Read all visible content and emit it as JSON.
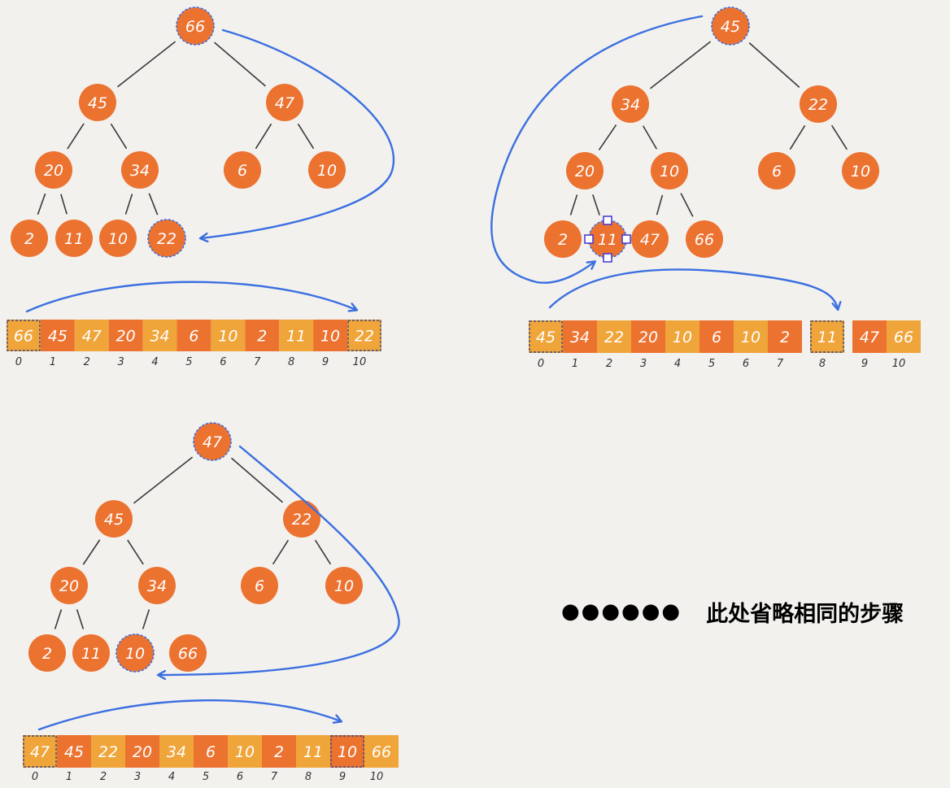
{
  "colors": {
    "node": "#ec7230",
    "cell_dark": "#ec7230",
    "cell_light": "#f0a53a",
    "edge": "#3a3a3a",
    "arrow": "#3b6fe0",
    "index": "#333333"
  },
  "panels": [
    {
      "id": "panel-1",
      "nodes": [
        "66",
        "45",
        "47",
        "20",
        "34",
        "6",
        "10",
        "2",
        "11",
        "10",
        "22"
      ],
      "highlighted_nodes": [
        0,
        10
      ],
      "resize_handles_node": null,
      "array_cells": [
        {
          "value": "66",
          "shade": "light",
          "dashed": true
        },
        {
          "value": "45",
          "shade": "dark"
        },
        {
          "value": "47",
          "shade": "light"
        },
        {
          "value": "20",
          "shade": "dark"
        },
        {
          "value": "34",
          "shade": "light"
        },
        {
          "value": "6",
          "shade": "dark"
        },
        {
          "value": "10",
          "shade": "light"
        },
        {
          "value": "2",
          "shade": "dark"
        },
        {
          "value": "11",
          "shade": "light"
        },
        {
          "value": "10",
          "shade": "dark"
        },
        {
          "value": "22",
          "shade": "light",
          "dashed": true
        }
      ],
      "indices": [
        "0",
        "1",
        "2",
        "3",
        "4",
        "5",
        "6",
        "7",
        "8",
        "9",
        "10"
      ]
    },
    {
      "id": "panel-2",
      "nodes": [
        "45",
        "34",
        "22",
        "20",
        "10",
        "6",
        "10",
        "2",
        "11",
        "47",
        "66"
      ],
      "highlighted_nodes": [
        0,
        8
      ],
      "resize_handles_node": 8,
      "array_cells": [
        {
          "value": "45",
          "shade": "light",
          "dashed": true
        },
        {
          "value": "34",
          "shade": "dark"
        },
        {
          "value": "22",
          "shade": "light"
        },
        {
          "value": "20",
          "shade": "dark"
        },
        {
          "value": "10",
          "shade": "light"
        },
        {
          "value": "6",
          "shade": "dark"
        },
        {
          "value": "10",
          "shade": "light"
        },
        {
          "value": "2",
          "shade": "dark"
        },
        {
          "value": "11",
          "shade": "light",
          "dashed": true
        },
        {
          "value": "47",
          "shade": "dark"
        },
        {
          "value": "66",
          "shade": "light"
        }
      ],
      "indices": [
        "0",
        "1",
        "2",
        "3",
        "4",
        "5",
        "6",
        "7",
        "8",
        "9",
        "10"
      ]
    },
    {
      "id": "panel-3",
      "nodes": [
        "47",
        "45",
        "22",
        "20",
        "34",
        "6",
        "10",
        "2",
        "11",
        "10",
        "66"
      ],
      "highlighted_nodes": [
        0,
        9
      ],
      "resize_handles_node": null,
      "array_cells": [
        {
          "value": "47",
          "shade": "light",
          "dashed": true
        },
        {
          "value": "45",
          "shade": "dark"
        },
        {
          "value": "22",
          "shade": "light"
        },
        {
          "value": "20",
          "shade": "dark"
        },
        {
          "value": "34",
          "shade": "light"
        },
        {
          "value": "6",
          "shade": "dark"
        },
        {
          "value": "10",
          "shade": "light"
        },
        {
          "value": "2",
          "shade": "dark"
        },
        {
          "value": "11",
          "shade": "light"
        },
        {
          "value": "10",
          "shade": "dark",
          "dashed": true
        },
        {
          "value": "66",
          "shade": "light"
        }
      ],
      "indices": [
        "0",
        "1",
        "2",
        "3",
        "4",
        "5",
        "6",
        "7",
        "8",
        "9",
        "10"
      ]
    }
  ],
  "caption": {
    "dots": "●●●●●●",
    "text": "此处省略相同的步骤"
  }
}
